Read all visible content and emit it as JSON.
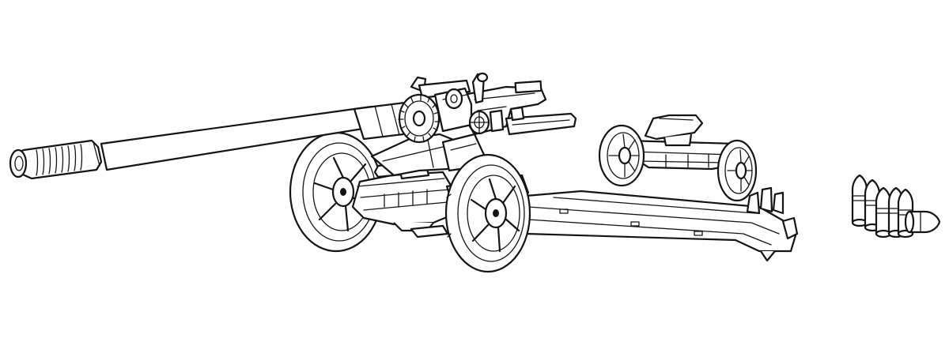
{
  "colors": {
    "background": "#ffffff",
    "line": "#141414"
  },
  "drawing": {
    "subject": "towed-field-gun-line-art",
    "parts": [
      "gun-barrel",
      "breech-assembly",
      "carriage-wheels",
      "split-trail",
      "limber",
      "ammunition-shells"
    ],
    "shell_count": 6
  }
}
